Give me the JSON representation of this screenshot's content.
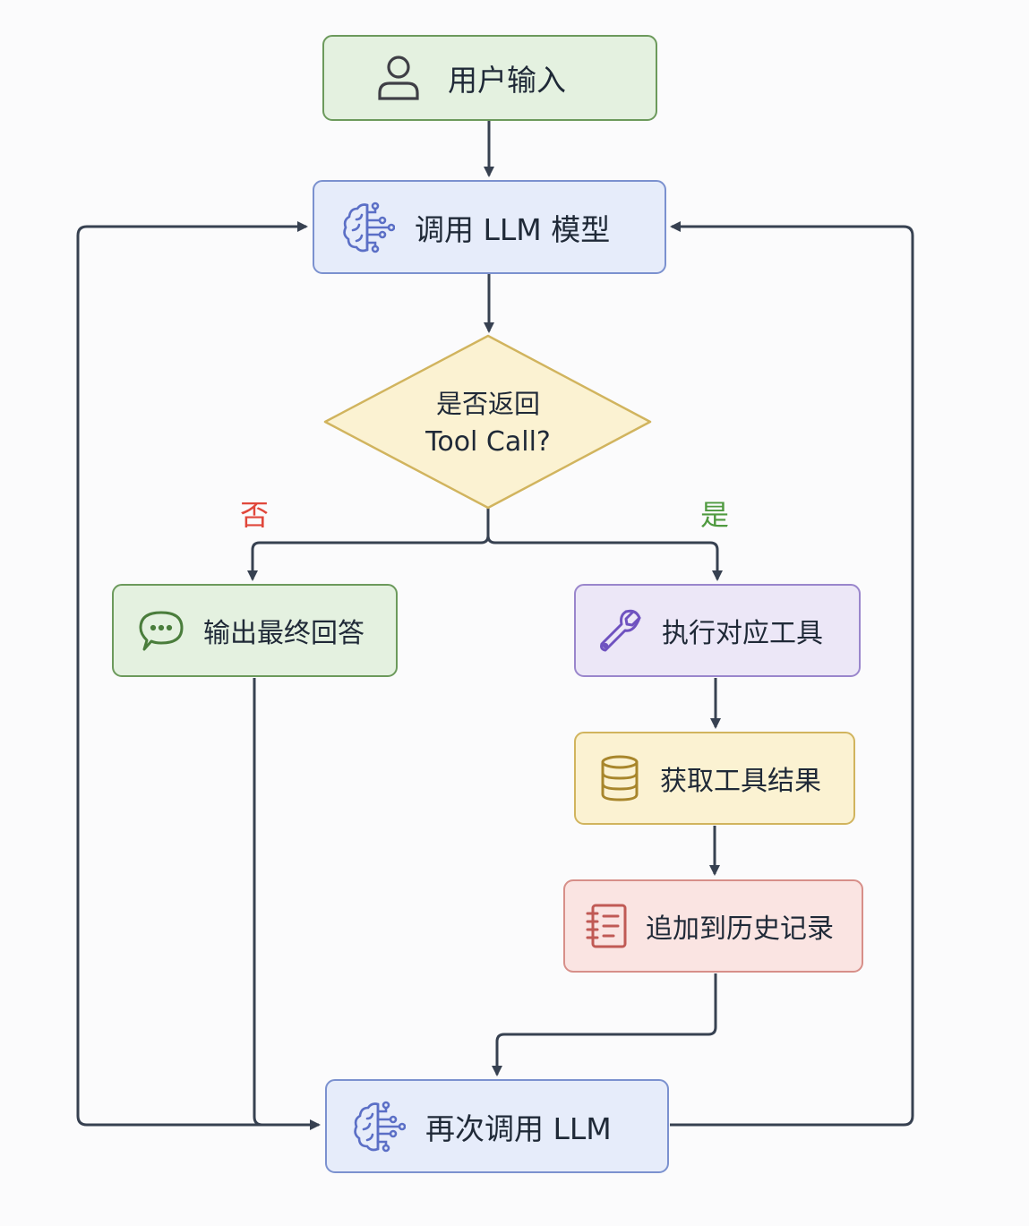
{
  "nodes": {
    "user_input": "用户输入",
    "call_llm": "调用 LLM 模型",
    "decision_line1": "是否返回",
    "decision_line2": "Tool Call?",
    "final_answer": "输出最终回答",
    "execute_tool": "执行对应工具",
    "tool_result": "获取工具结果",
    "append_history": "追加到历史记录",
    "recall_llm": "再次调用 LLM"
  },
  "branches": {
    "no": "否",
    "yes": "是"
  },
  "colors": {
    "no": "#e0473b",
    "yes": "#4f9a3f",
    "connector": "#374151",
    "green_border": "#6c9a5c",
    "blue_border": "#7b91cf",
    "purple_border": "#9a86cc",
    "yellow_border": "#d1b45e",
    "red_border": "#d78f89"
  },
  "icons": {
    "user_input": "user-icon",
    "call_llm": "brain-circuit-icon",
    "final_answer": "chat-bubble-icon",
    "execute_tool": "wrench-icon",
    "tool_result": "database-icon",
    "append_history": "notebook-icon",
    "recall_llm": "brain-circuit-icon"
  }
}
